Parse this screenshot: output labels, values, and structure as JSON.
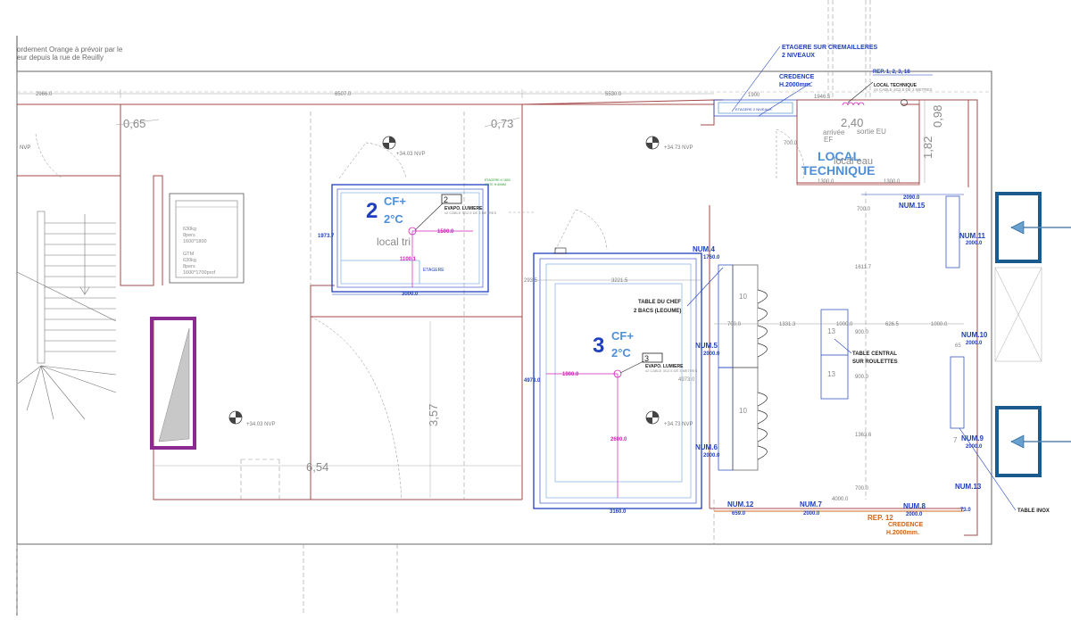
{
  "drawing": {
    "top_note": [
      "ordement Orange à prévoir par le",
      "eur depuis la rue de Reuilly"
    ],
    "left_label": "NVP",
    "dims": {
      "top_a": "2966.0",
      "top_b": "6507.0",
      "top_c": "5530.0",
      "top_d": "1946.5",
      "big_065": "0,65",
      "big_073": "0,73",
      "big_240": "2,40",
      "big_098": "0,98",
      "big_182": "1,82",
      "big_357": "3,57",
      "big_654": "6,54"
    },
    "nvp_levels": {
      "a": "+34.03 NVP",
      "b": "+34.73 NVP",
      "c": "+34.03 NVP",
      "d": "+34.73 NVP"
    },
    "lift": {
      "line1": "630kg",
      "line2": "8pers",
      "line3": "1600*1800",
      "line4": "GTM",
      "line5": "630kg",
      "line6": "8pers",
      "line7": "1600*1700prof"
    },
    "room2": {
      "number": "2",
      "cf": "CF+",
      "temp": "2°C",
      "name": "local tri",
      "tag": "2",
      "evapo": "EVAPO. LUMIERE",
      "cable": "x2 CABLE 3G2.5 DE 3 METRES",
      "dim_width": "3000.0",
      "dim_height": "1973.7",
      "dim_inner": "1500.0",
      "dim_mag": "1100.1",
      "shelf": "ETAGERE",
      "green": [
        "ÉTAGÈRE H 1800",
        "COTE H.60MM"
      ]
    },
    "room3": {
      "number": "3",
      "cf": "CF+",
      "temp": "2°C",
      "tag": "3",
      "evapo": "EVAPO. LUMIERE",
      "cable": "x2 CABLE 3G2.5 DE 3 METRES",
      "dim_top": "3221.5",
      "dim_left_top": "293.5",
      "dim_bottom": "3160.0",
      "dim_left": "4973.0",
      "dim_right": "4973.0",
      "dim_mag_h": "1900.0",
      "dim_mag_v": "2600.0"
    },
    "local_technique": {
      "title1": "LOCAL",
      "title2": "TECHNIQUE",
      "label": "LOCAL TECHNIQUE",
      "cable": "x4 CABLE 3G2.5 DE 3 METRES",
      "rep": "REP. 1, 2, 3, 18",
      "arrivee": "arrivée",
      "ef": "EF",
      "sortie": "sortie EU",
      "eau": "local eau",
      "dim_a": "1300.0",
      "dim_b": "1300.0",
      "dim_door": "700.0"
    },
    "callouts": {
      "etagere_title": "ETAGERE SUR CREMAILLERES",
      "etagere_sub": "2 NIVEAUX",
      "credence1_title": "CREDENCE",
      "credence1_sub": "H.2000mm.",
      "etagere_small": "ETAGERE 2 NIVEAUX",
      "dim_1900": "1900",
      "table_chef_title": "TABLE DU CHEF",
      "table_chef_sub": "2 BACS (LEGUME)",
      "table_central_title": "TABLE CENTRAL",
      "table_central_sub": "SUR ROULETTES",
      "rep12": "REP. 12",
      "credence2_title": "CREDENCE",
      "credence2_sub": "H.2000mm.",
      "table_inox": "TABLE INOX"
    },
    "num": {
      "n4": "NUM.4",
      "n4v": "1760.0",
      "n5": "NUM.5",
      "n5v": "2000.0",
      "n6": "NUM.6",
      "n6v": "2000.0",
      "n7": "NUM.7",
      "n7v": "2000.0",
      "n8": "NUM.8",
      "n8v": "2000.0",
      "n9": "NUM.9",
      "n9v": "2000.0",
      "n10": "NUM.10",
      "n10v": "2000.0",
      "n11": "NUM.11",
      "n11v": "2000.0",
      "n12": "NUM.12",
      "n12v": "659.0",
      "n13": "NUM.13",
      "n15": "NUM.15",
      "n15v": "2090.0"
    },
    "kitchen_dims": {
      "d700a": "700.0",
      "d1611": "1611.7",
      "d700b": "700.0",
      "d1331": "1331.3",
      "d1000a": "1000.0",
      "d900a": "900.0",
      "d626": "626.5",
      "d1000b": "1000.0",
      "d900b": "900.0",
      "d1363": "1363.6",
      "d700c": "700.0",
      "d73": "73.0",
      "d4000": "4000.0",
      "d13a": "13",
      "d13b": "13",
      "d10a": "10",
      "d10b": "10",
      "d7": "7",
      "d65": "65"
    },
    "colors": {
      "wall": "#a44848",
      "blue": "#1f3fbf",
      "light_blue": "#4f8fd8",
      "magenta": "#d21fb8",
      "purple": "#8b2a91",
      "navy": "#1a5a8c",
      "orange": "#d0651a"
    }
  }
}
